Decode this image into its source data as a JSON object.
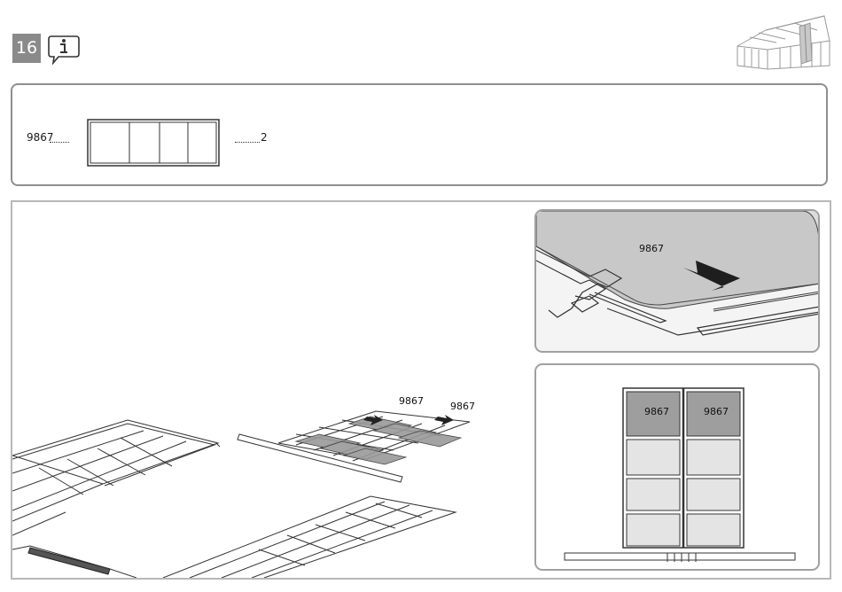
{
  "step": {
    "number": "16"
  },
  "icons": {
    "info": "info-speech-bubble-icon",
    "greenhouse": "greenhouse-icon",
    "arrow": "push-arrow-icon"
  },
  "parts": {
    "code": "9867",
    "quantity": "2"
  },
  "main_diagram": {
    "label_left": "9867",
    "label_right": "9867"
  },
  "callout_slide": {
    "label": "9867"
  },
  "callout_front": {
    "label_left": "9867",
    "label_right": "9867"
  },
  "colors": {
    "badge": "#8a8a8a",
    "border": "#8f8f8f",
    "panel_fill": "#9a9a9a"
  }
}
